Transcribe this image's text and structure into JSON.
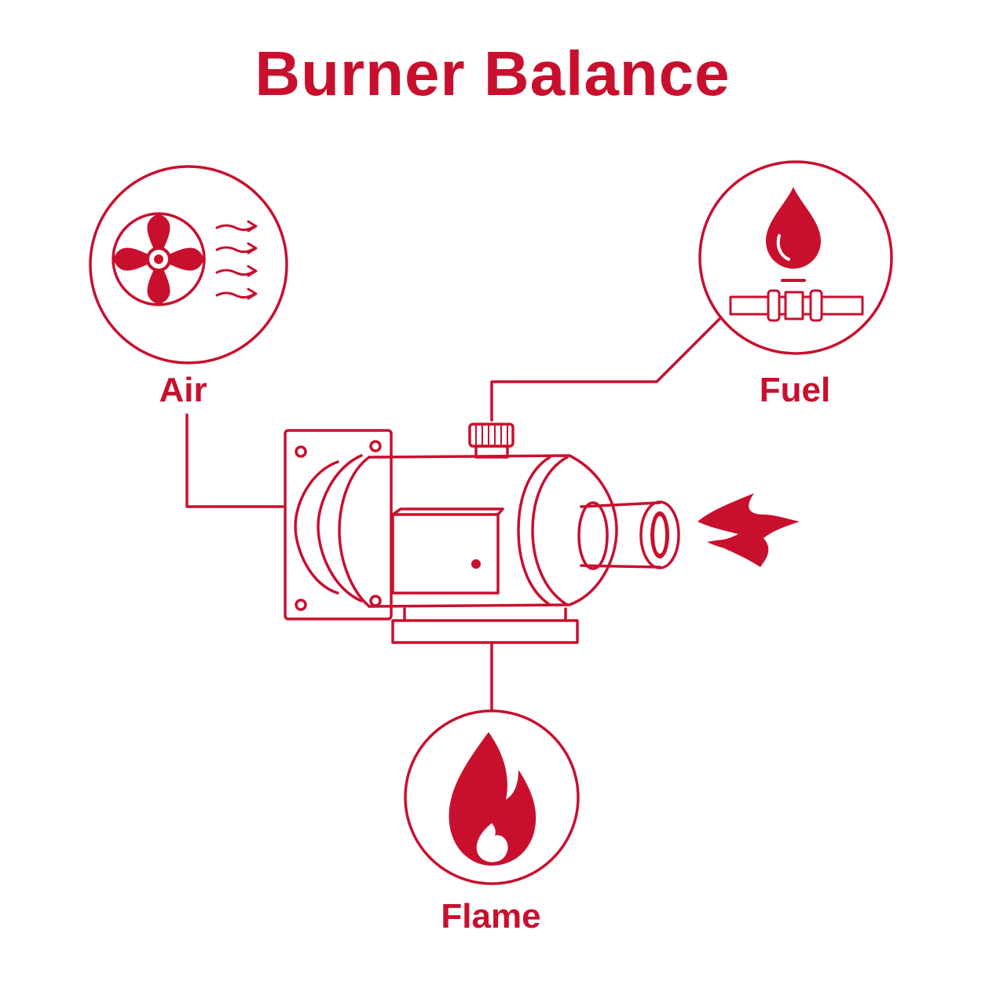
{
  "title": "Burner Balance",
  "accent_color": "#c8102e",
  "nodes": {
    "air": {
      "label": "Air",
      "icon": "fan-with-airflow-icon"
    },
    "fuel": {
      "label": "Fuel",
      "icon": "fuel-drop-and-pipe-icon"
    },
    "flame": {
      "label": "Flame",
      "icon": "flame-icon"
    }
  },
  "center": {
    "icon": "burner-unit-icon",
    "output_icon": "flame-jet-icon"
  }
}
